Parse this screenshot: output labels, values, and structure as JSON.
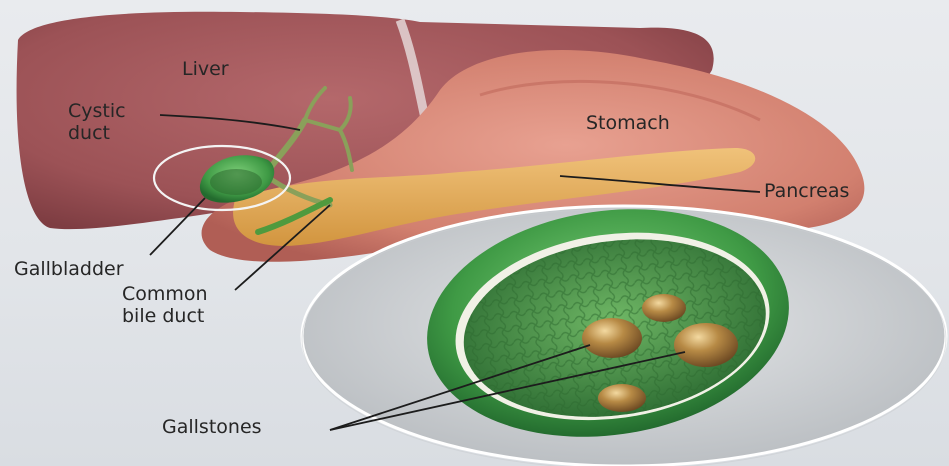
{
  "labels": {
    "liver": "Liver",
    "stomach": "Stomach",
    "cystic_duct": [
      "Cystic",
      "duct"
    ],
    "pancreas": "Pancreas",
    "gallbladder": "Gallbladder",
    "common_bile_duct": [
      "Common",
      "bile duct"
    ],
    "gallstones": "Gallstones"
  },
  "colors": {
    "background": "#e4e7eb",
    "liver": "#a55a5e",
    "stomach": "#d98a7c",
    "pancreas": "#e2ad5a",
    "bile_duct": "#8aa05a",
    "gallbladder": "#3f9a45",
    "gallstone": "#a4793a",
    "label_text": "#262626",
    "leader_line": "#1c1c1c"
  }
}
